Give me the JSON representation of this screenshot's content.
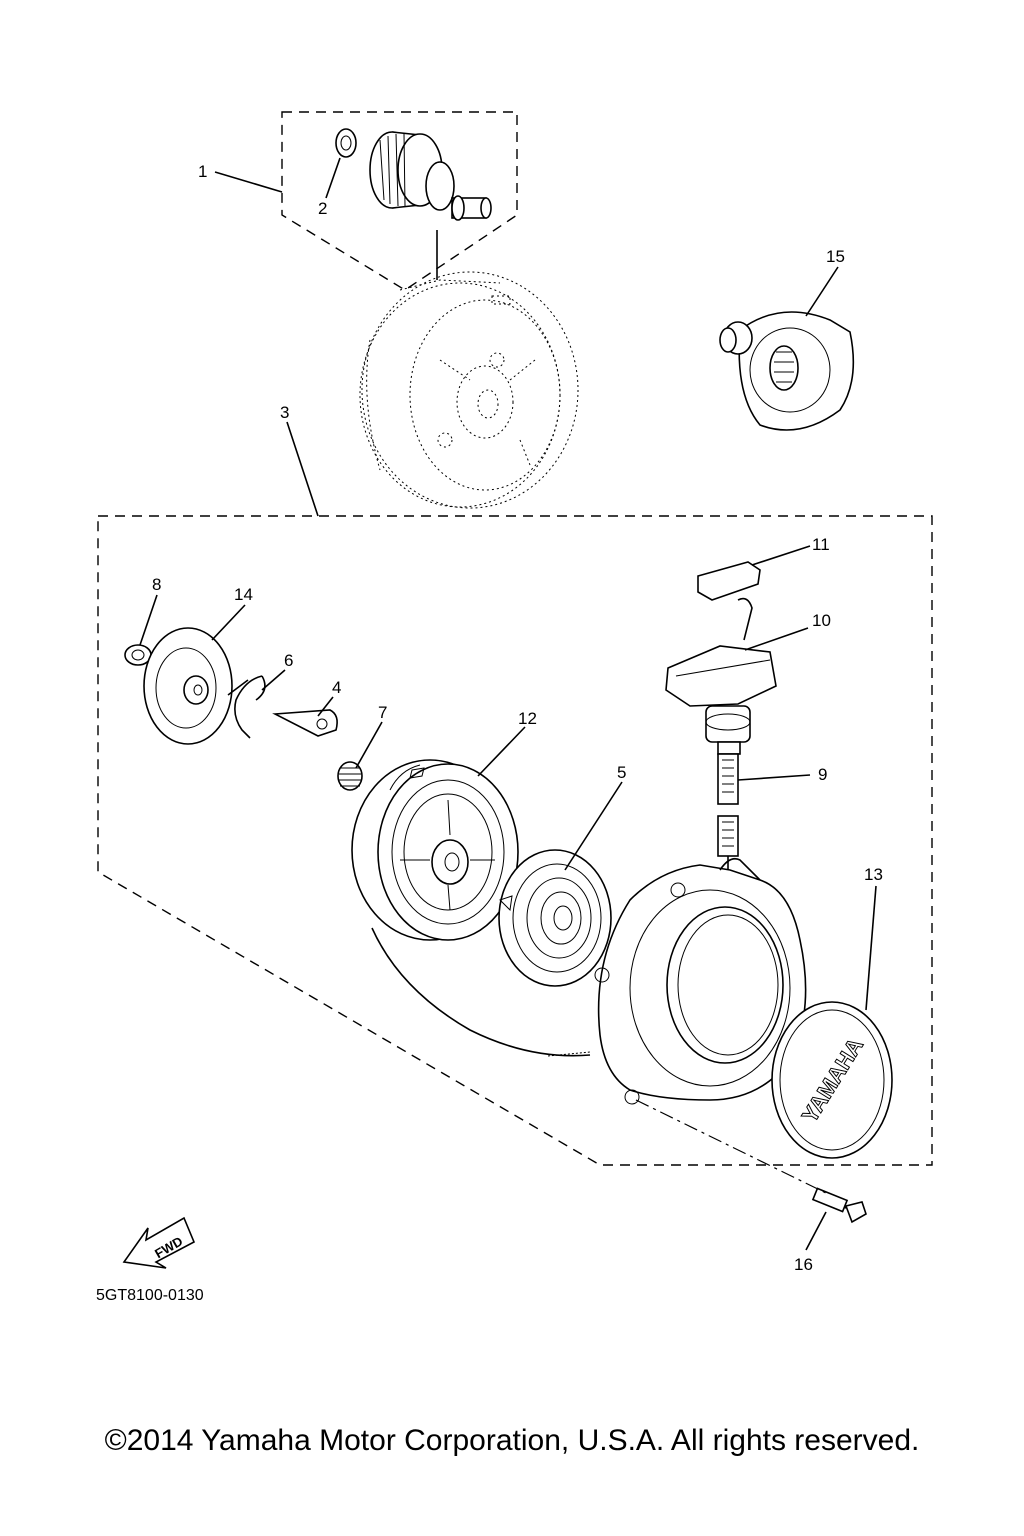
{
  "diagram": {
    "callouts": [
      {
        "id": "1",
        "label": "1"
      },
      {
        "id": "2",
        "label": "2"
      },
      {
        "id": "3",
        "label": "3"
      },
      {
        "id": "4",
        "label": "4"
      },
      {
        "id": "5",
        "label": "5"
      },
      {
        "id": "6",
        "label": "6"
      },
      {
        "id": "7",
        "label": "7"
      },
      {
        "id": "8",
        "label": "8"
      },
      {
        "id": "9",
        "label": "9"
      },
      {
        "id": "10",
        "label": "10"
      },
      {
        "id": "11",
        "label": "11"
      },
      {
        "id": "12",
        "label": "12"
      },
      {
        "id": "13",
        "label": "13"
      },
      {
        "id": "14",
        "label": "14"
      },
      {
        "id": "15",
        "label": "15"
      },
      {
        "id": "16",
        "label": "16"
      }
    ],
    "fwd_label": "FWD",
    "emblem_text": "YAMAHA",
    "diagram_code": "5GT8100-0130",
    "copyright": "©2014 Yamaha Motor Corporation, U.S.A. All rights reserved."
  }
}
